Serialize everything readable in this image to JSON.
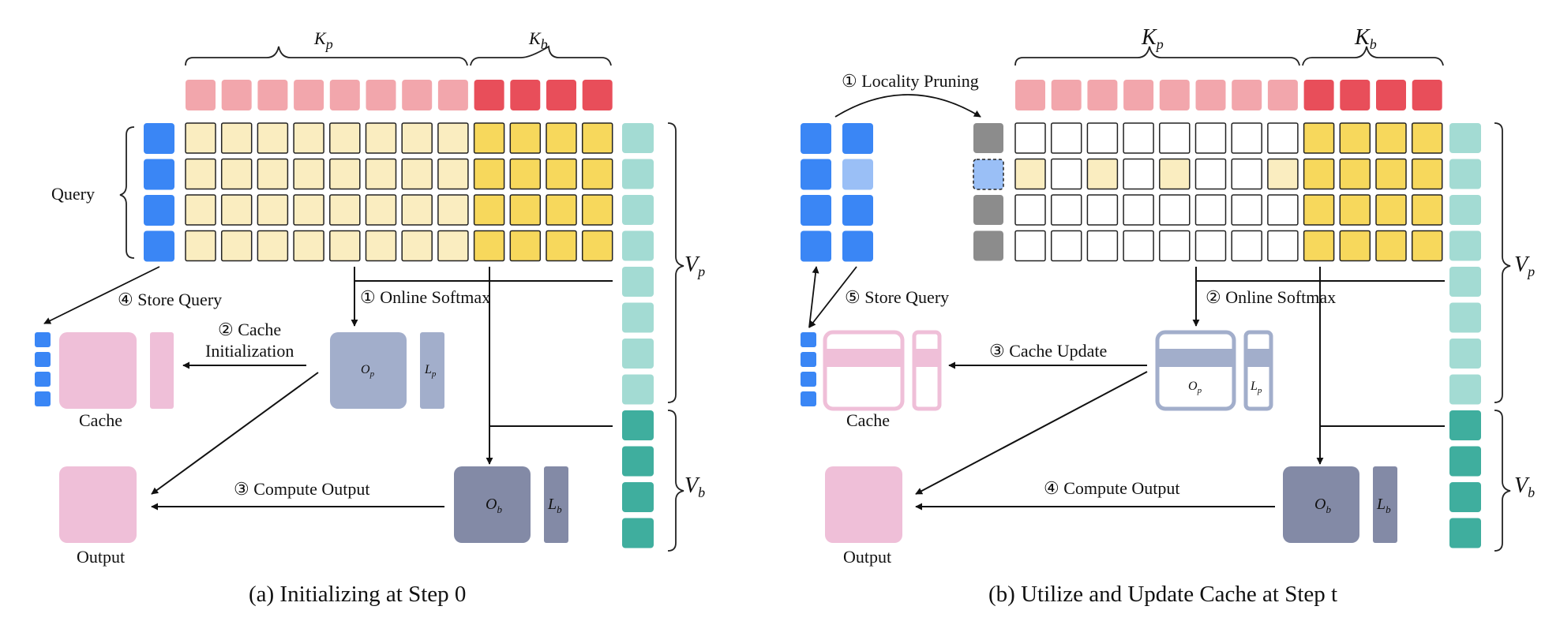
{
  "colors": {
    "key_prefix": "#F2A6AC",
    "key_block": "#E84E5A",
    "attn_prefix": "#FAEDC0",
    "attn_block": "#F7D85C",
    "query": "#3A86F5",
    "query_light": "#9ABFF6",
    "value_prefix": "#A3DBD3",
    "value_block": "#3FAE9E",
    "pink": "#EFBFD8",
    "op": "#A2AECB",
    "ob": "#838AA6",
    "gray": "#8C8C8C"
  },
  "panel_a": {
    "kp_label": "K",
    "kp_sub": "p",
    "kb_label": "K",
    "kb_sub": "b",
    "query_label": "Query",
    "vp_label": "V",
    "vp_sub": "p",
    "vb_label": "V",
    "vb_sub": "b",
    "step_online_softmax": "① Online Softmax",
    "step_store_query": "④ Store Query",
    "step_cache_init_1": "② Cache",
    "step_cache_init_2": "Initialization",
    "step_compute_output": "③ Compute Output",
    "op_label": "O",
    "op_sub": "p",
    "lp_label": "L",
    "lp_sub": "p",
    "ob_label": "O",
    "ob_sub": "b",
    "lb_label": "L",
    "lb_sub": "b",
    "cache_label": "Cache",
    "output_label": "Output",
    "caption": "(a) Initializing at Step 0"
  },
  "panel_b": {
    "kp_label": "K",
    "kp_sub": "p",
    "kb_label": "K",
    "kb_sub": "b",
    "vp_label": "V",
    "vp_sub": "p",
    "vb_label": "V",
    "vb_sub": "b",
    "step_locality_pruning": "① Locality Pruning",
    "step_online_softmax": "② Online Softmax",
    "step_store_query": "⑤ Store Query",
    "step_cache_update": "③ Cache Update",
    "step_compute_output": "④ Compute Output",
    "op_label": "O",
    "op_sub": "p",
    "lp_label": "L",
    "lp_sub": "p",
    "ob_label": "O",
    "ob_sub": "b",
    "lb_label": "L",
    "lb_sub": "b",
    "cache_label": "Cache",
    "output_label": "Output",
    "caption": "(b) Utilize and Update Cache at Step t"
  }
}
